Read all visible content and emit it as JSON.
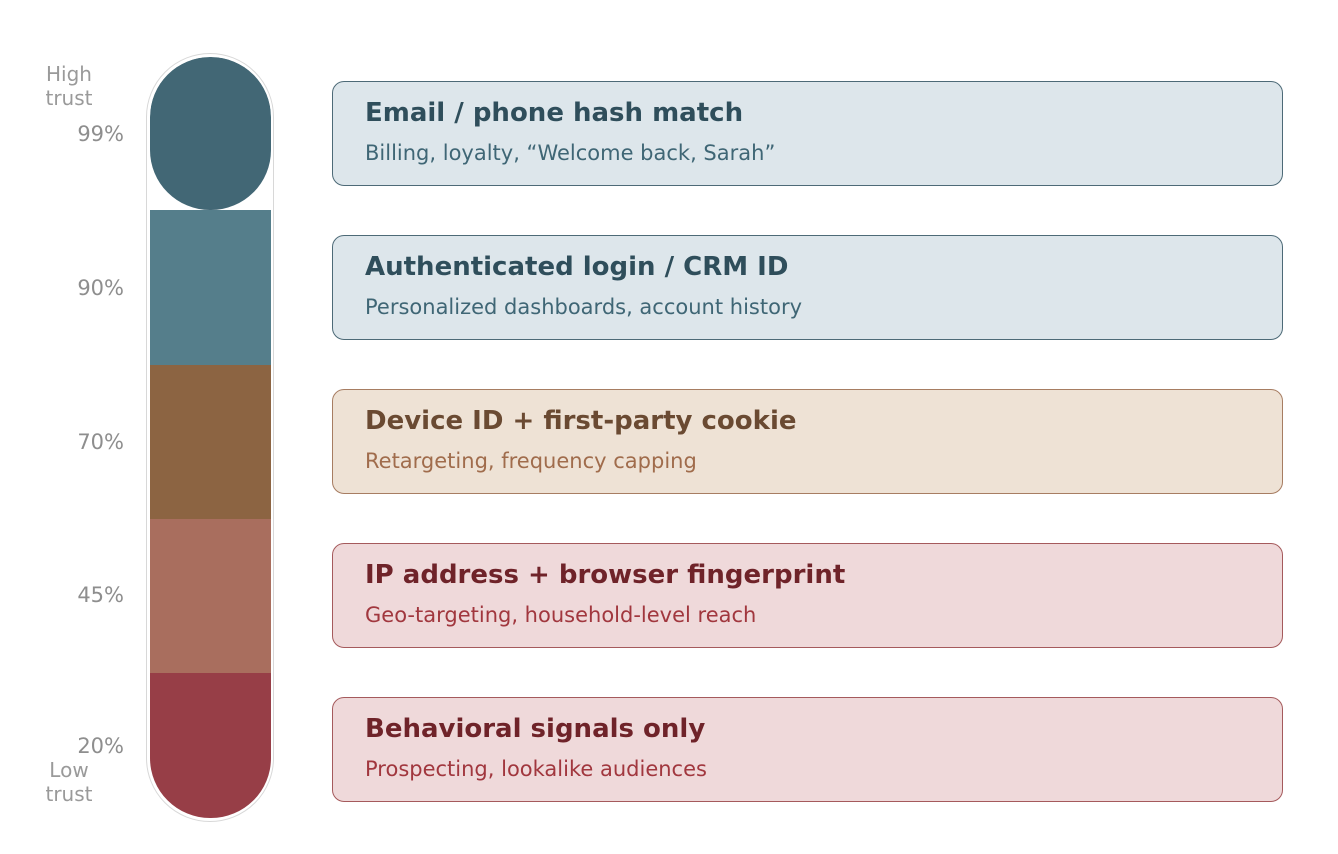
{
  "scale": {
    "high_label": "High\ntrust",
    "low_label": "Low\ntrust"
  },
  "levels": [
    {
      "percent": "99%",
      "value": 99,
      "color": "#426775"
    },
    {
      "percent": "90%",
      "value": 90,
      "color": "#557e8b"
    },
    {
      "percent": "70%",
      "value": 70,
      "color": "#8c6442"
    },
    {
      "percent": "45%",
      "value": 45,
      "color": "#a96e5e"
    },
    {
      "percent": "20%",
      "value": 20,
      "color": "#973e47"
    }
  ],
  "tiers": [
    {
      "title": "Email / phone hash match",
      "subtitle": "Billing, loyalty, “Welcome back, Sarah”",
      "background": "#dde6eb",
      "border": "#4d6a77",
      "title_color": "#2f4e5b",
      "subtitle_color": "#3f6675"
    },
    {
      "title": "Authenticated login / CRM ID",
      "subtitle": "Personalized dashboards, account history",
      "background": "#dde6eb",
      "border": "#4d6a77",
      "title_color": "#2f4e5b",
      "subtitle_color": "#3f6675"
    },
    {
      "title": "Device ID + first-party cookie",
      "subtitle": "Retargeting, frequency capping",
      "background": "#eee2d5",
      "border": "#a77d62",
      "title_color": "#6a4a32",
      "subtitle_color": "#a06c4c"
    },
    {
      "title": "IP address + browser fingerprint",
      "subtitle": "Geo-targeting, household-level reach",
      "background": "#efd9da",
      "border": "#a55a5c",
      "title_color": "#6f2329",
      "subtitle_color": "#a1373e"
    },
    {
      "title": "Behavioral signals only",
      "subtitle": "Prospecting, lookalike audiences",
      "background": "#efd9da",
      "border": "#a55a5c",
      "title_color": "#6f2329",
      "subtitle_color": "#a1373e"
    }
  ]
}
